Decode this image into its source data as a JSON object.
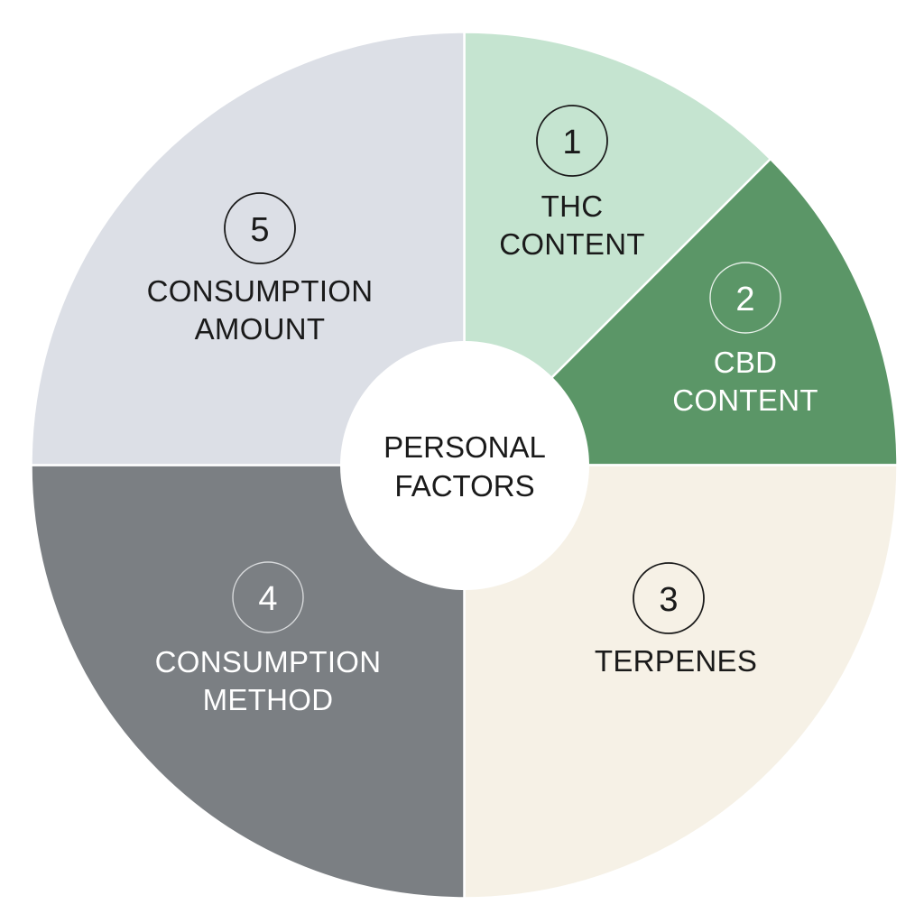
{
  "diagram": {
    "type": "radial-segment-wheel",
    "center_label": {
      "line1": "PERSONAL",
      "line2": "FACTORS"
    },
    "colors": {
      "background": "#ffffff",
      "divider": "#ffffff",
      "center_fill": "#ffffff",
      "dark_text": "#1a1a1a",
      "light_text": "#ffffff"
    },
    "segments": [
      {
        "id": "thc-content",
        "number": "1",
        "line1": "THC",
        "line2": "CONTENT",
        "fill": "#c5e4d0",
        "text_color": "#1a1a1a",
        "start_deg": 0,
        "end_deg": 45
      },
      {
        "id": "cbd-content",
        "number": "2",
        "line1": "CBD",
        "line2": "CONTENT",
        "fill": "#5b9667",
        "text_color": "#ffffff",
        "start_deg": 45,
        "end_deg": 90
      },
      {
        "id": "terpenes",
        "number": "3",
        "line1": "TERPENES",
        "line2": "",
        "fill": "#f6f1e6",
        "text_color": "#1a1a1a",
        "start_deg": 90,
        "end_deg": 180
      },
      {
        "id": "consumption-method",
        "number": "4",
        "line1": "CONSUMPTION",
        "line2": "METHOD",
        "fill": "#7b7f83",
        "text_color": "#ffffff",
        "start_deg": 180,
        "end_deg": 270
      },
      {
        "id": "consumption-amount",
        "number": "5",
        "line1": "CONSUMPTION",
        "line2": "AMOUNT",
        "fill": "#dcdfe6",
        "text_color": "#1a1a1a",
        "start_deg": 270,
        "end_deg": 360
      }
    ]
  }
}
